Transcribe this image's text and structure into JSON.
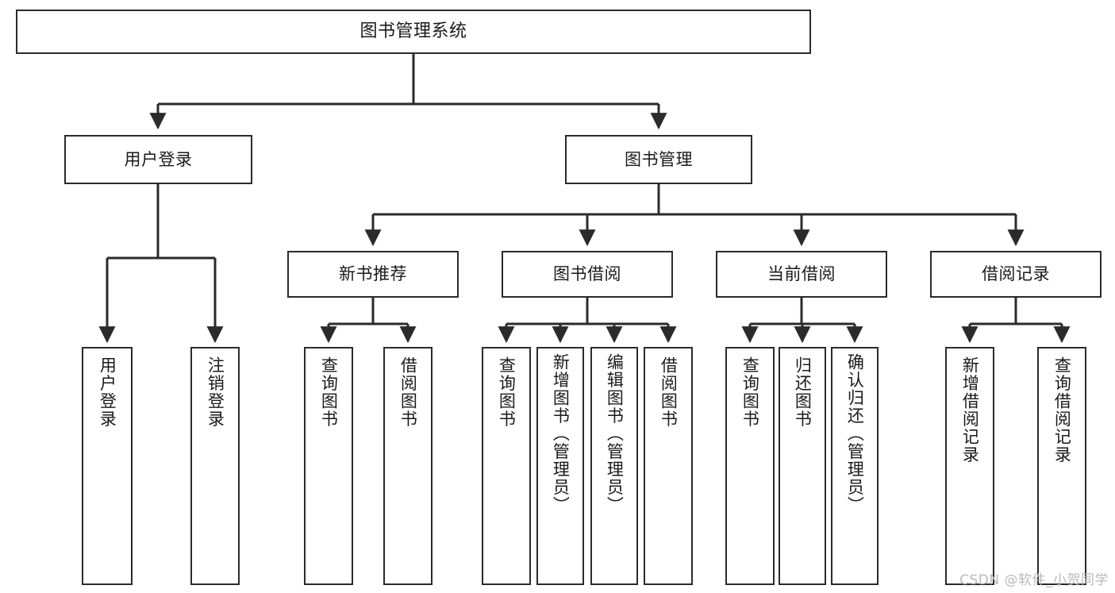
{
  "diagram": {
    "type": "tree-hierarchy-chart",
    "title": "图书管理系统",
    "watermark": "CSDN @软件_小贺同学",
    "style": {
      "box_fill": "#ffffff",
      "box_stroke": "#2b2b2b",
      "line_color": "#2b2b2b",
      "text_color": "#1a1a1a",
      "background": "#ffffff",
      "watermark_color": "#b9b9b9"
    },
    "levels": {
      "root": {
        "label": "图书管理系统",
        "orientation": "horizontal"
      },
      "level1": [
        {
          "label": "用户登录",
          "orientation": "horizontal"
        },
        {
          "label": "图书管理",
          "orientation": "horizontal"
        }
      ],
      "level2": [
        {
          "label": "新书推荐",
          "orientation": "horizontal",
          "parent": "图书管理"
        },
        {
          "label": "图书借阅",
          "orientation": "horizontal",
          "parent": "图书管理"
        },
        {
          "label": "当前借阅",
          "orientation": "horizontal",
          "parent": "图书管理"
        },
        {
          "label": "借阅记录",
          "orientation": "horizontal",
          "parent": "图书管理"
        }
      ],
      "leaves": [
        {
          "label": "用户登录",
          "orientation": "vertical",
          "parent": "用户登录"
        },
        {
          "label": "注销登录",
          "orientation": "vertical",
          "parent": "用户登录"
        },
        {
          "label": "查询图书",
          "orientation": "vertical",
          "parent": "新书推荐"
        },
        {
          "label": "借阅图书",
          "orientation": "vertical",
          "parent": "新书推荐"
        },
        {
          "label": "查询图书",
          "orientation": "vertical",
          "parent": "图书借阅"
        },
        {
          "label": "新增图书（管理员）",
          "orientation": "vertical",
          "parent": "图书借阅"
        },
        {
          "label": "编辑图书（管理员）",
          "orientation": "vertical",
          "parent": "图书借阅"
        },
        {
          "label": "借阅图书",
          "orientation": "vertical",
          "parent": "图书借阅"
        },
        {
          "label": "查询图书",
          "orientation": "vertical",
          "parent": "当前借阅"
        },
        {
          "label": "归还图书",
          "orientation": "vertical",
          "parent": "当前借阅"
        },
        {
          "label": "确认归还（管理员）",
          "orientation": "vertical",
          "parent": "当前借阅"
        },
        {
          "label": "新增借阅记录",
          "orientation": "vertical",
          "parent": "借阅记录"
        },
        {
          "label": "查询借阅记录",
          "orientation": "vertical",
          "parent": "借阅记录"
        }
      ]
    }
  }
}
